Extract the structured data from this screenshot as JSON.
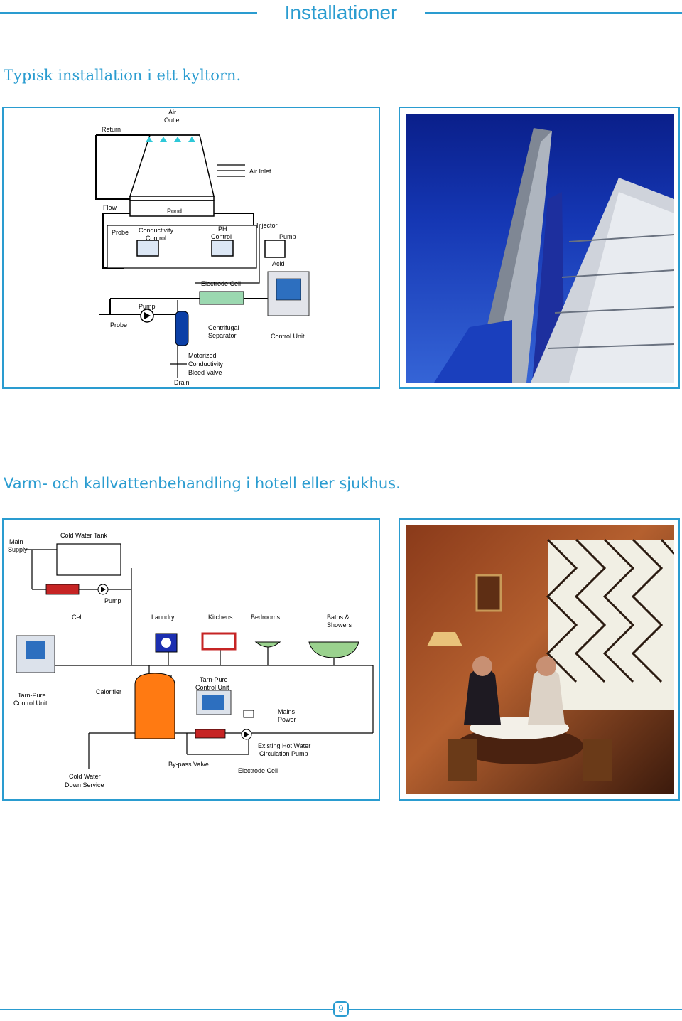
{
  "header": {
    "title": "Installationer"
  },
  "section1": {
    "caption": "Typisk installation i ett kyltorn.",
    "diagram": {
      "air_outlet_1": "Air",
      "air_outlet_2": "Outlet",
      "return": "Return",
      "air_inlet": "Air Inlet",
      "flow": "Flow",
      "pond": "Pond",
      "probe_top": "Probe",
      "conductivity_1": "Conductivity",
      "conductivity_2": "Control",
      "ph_1": "PH",
      "ph_2": "Control",
      "injector": "Injector",
      "pump_right": "Pump",
      "acid": "Acid",
      "electrode_cell": "Electrode Cell",
      "pump_left": "Pump",
      "probe_bottom": "Probe",
      "centrifugal_1": "Centrifugal",
      "centrifugal_2": "Separator",
      "control_unit": "Control Unit",
      "motorized_1": "Motorized",
      "motorized_2": "Conductivity",
      "motorized_3": "Bleed Valve",
      "drain": "Drain"
    }
  },
  "section2": {
    "caption": "Varm- och kallvattenbehandling i hotell eller sjukhus.",
    "diagram": {
      "main_supply_1": "Main",
      "main_supply_2": "Supply",
      "cold_water_tank": "Cold Water Tank",
      "pump": "Pump",
      "cell": "Cell",
      "laundry": "Laundry",
      "kitchens": "Kitchens",
      "bedrooms": "Bedrooms",
      "baths_1": "Baths &",
      "baths_2": "Showers",
      "tarn_pure_left_1": "Tarn-Pure",
      "tarn_pure_left_2": "Control Unit",
      "calorifier": "Calorifier",
      "tarn_pure_mid_1": "Tarn-Pure",
      "tarn_pure_mid_2": "Control Unit",
      "mains_1": "Mains",
      "mains_2": "Power",
      "existing_1": "Existing Hot Water",
      "existing_2": "Circulation Pump",
      "bypass": "By-pass Valve",
      "electrode_cell": "Electrode Cell",
      "cold_down_1": "Cold Water",
      "cold_down_2": "Down Service"
    }
  },
  "footer": {
    "page_number": "9"
  }
}
